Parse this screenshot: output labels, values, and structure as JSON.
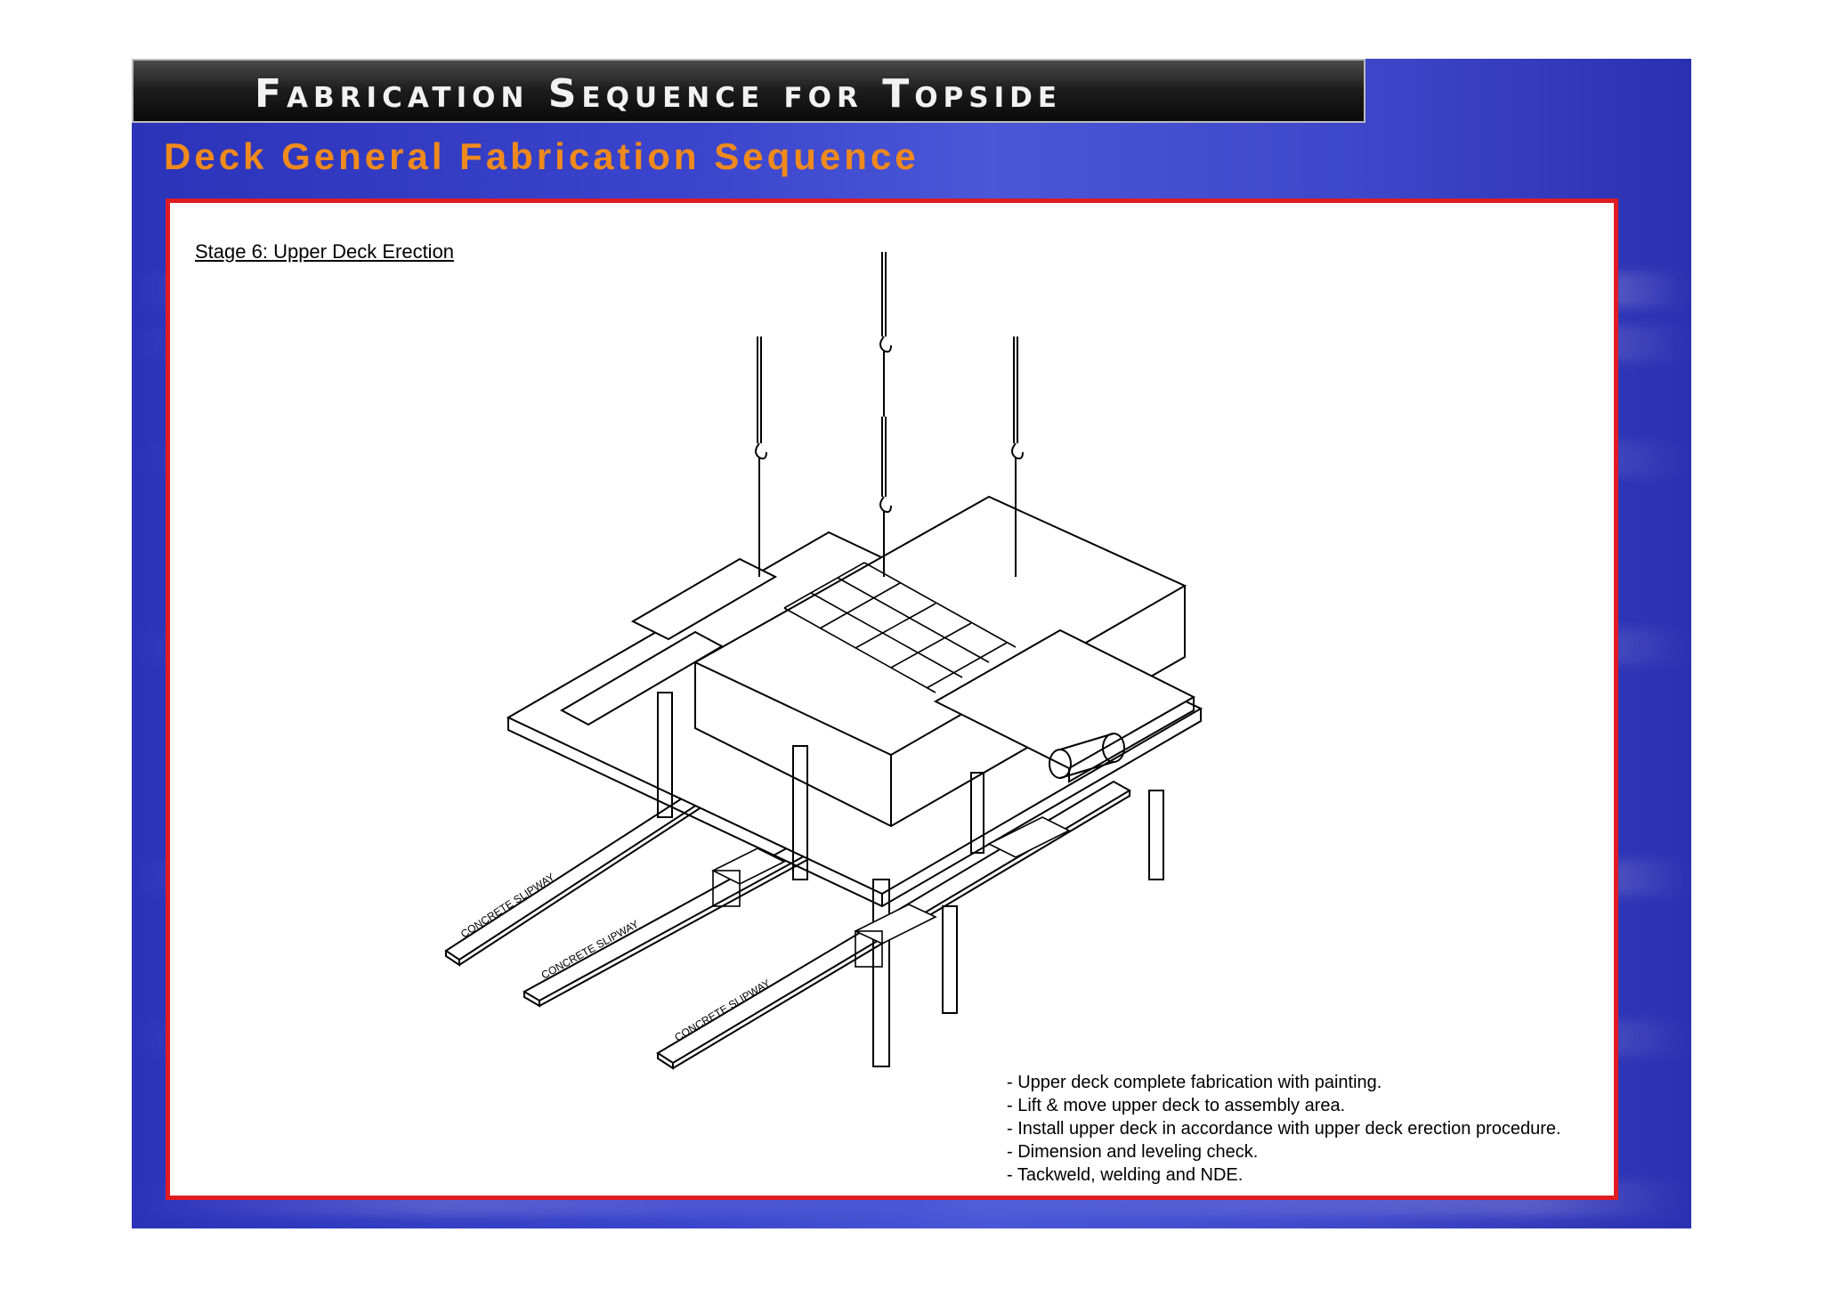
{
  "slide": {
    "title": "Fabrication Sequence for Topside",
    "subtitle": "Deck General Fabrication Sequence"
  },
  "figure": {
    "stage_label": "Stage 6: Upper Deck Erection",
    "slipway_label": "CONCRETE SLIPWAY"
  },
  "notes": [
    "- Upper deck complete fabrication with painting.",
    "- Lift & move upper deck to assembly area.",
    "- Install upper deck in accordance with upper deck erection procedure.",
    "- Dimension and leveling check.",
    "- Tackweld, welding and NDE."
  ],
  "colors": {
    "background_blue": "#3a44cc",
    "title_bar": "#1c1c1c",
    "title_text": "#f2f2f2",
    "subtitle_orange": "#f08a1c",
    "frame_red": "#e01b22"
  }
}
